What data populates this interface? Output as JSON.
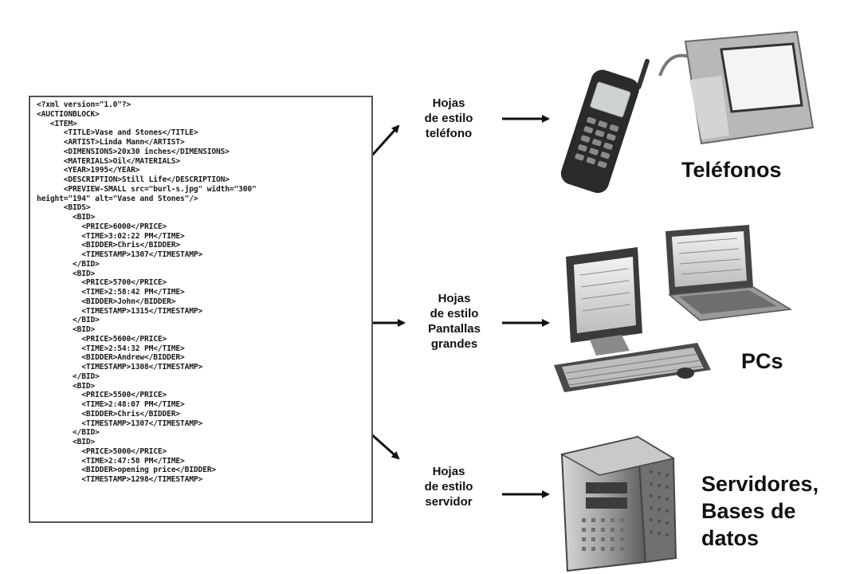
{
  "xml_document": {
    "lines": [
      "<?xml version=\"1.0\"?>",
      "<AUCTIONBLOCK>",
      "",
      "   <ITEM>",
      "      <TITLE>Vase and Stones</TITLE>",
      "      <ARTIST>Linda Mann</ARTIST>",
      "      <DIMENSIONS>20x30 inches</DIMENSIONS>",
      "      <MATERIALS>Oil</MATERIALS>",
      "      <YEAR>1995</YEAR>",
      "      <DESCRIPTION>Still Life</DESCRIPTION>",
      "      <PREVIEW-SMALL src=\"burl-s.jpg\" width=\"300\"",
      "height=\"194\" alt=\"Vase and Stones\"/>",
      "      <BIDS>",
      "        <BID>",
      "          <PRICE>6000</PRICE>",
      "          <TIME>3:02:22 PM</TIME>",
      "          <BIDDER>Chris</BIDDER>",
      "          <TIMESTAMP>1307</TIMESTAMP>",
      "        </BID>",
      "        <BID>",
      "          <PRICE>5700</PRICE>",
      "          <TIME>2:58:42 PM</TIME>",
      "          <BIDDER>John</BIDDER>",
      "          <TIMESTAMP>1315</TIMESTAMP>",
      "        </BID>",
      "        <BID>",
      "          <PRICE>5600</PRICE>",
      "          <TIME>2:54:32 PM</TIME>",
      "          <BIDDER>Andrew</BIDDER>",
      "          <TIMESTAMP>1308</TIMESTAMP>",
      "        </BID>",
      "        <BID>",
      "          <PRICE>5500</PRICE>",
      "          <TIME>2:48:07 PM</TIME>",
      "          <BIDDER>Chris</BIDDER>",
      "          <TIMESTAMP>1307</TIMESTAMP>",
      "        </BID>",
      "        <BID>",
      "          <PRICE>5000</PRICE>",
      "          <TIME>2:47:58 PM</TIME>",
      "          <BIDDER>opening price</BIDDER>",
      "          <TIMESTAMP>1298</TIMESTAMP>"
    ]
  },
  "stylesheets": {
    "phone": [
      "Hojas",
      "de estilo",
      "teléfono"
    ],
    "large_screens": [
      "Hojas",
      "de estilo",
      "Pantallas",
      "grandes"
    ],
    "server": [
      "Hojas",
      "de estilo",
      "servidor"
    ]
  },
  "devices": {
    "phones": "Teléfonos",
    "pcs": "PCs",
    "servers": [
      "Servidores,",
      "Bases de",
      "datos"
    ]
  },
  "icons": [
    "mobile-phone-icon",
    "pda-icon",
    "desktop-pc-icon",
    "laptop-icon",
    "server-tower-icon"
  ]
}
